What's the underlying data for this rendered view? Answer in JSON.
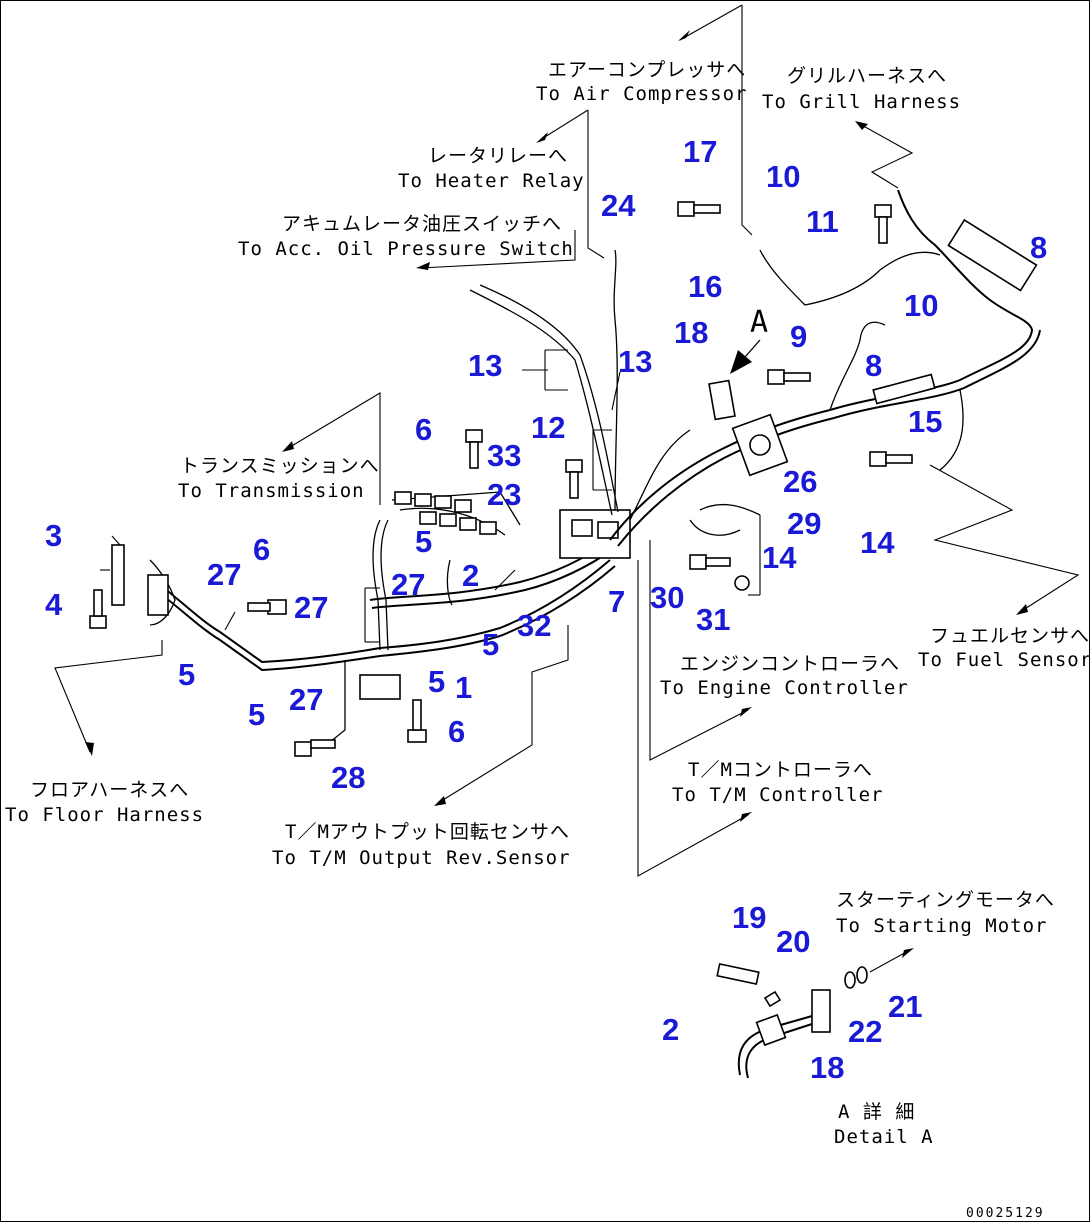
{
  "destinations": {
    "air_compressor": {
      "jp": "エアーコンプレッサへ",
      "en": "To Air Compressor"
    },
    "heater_relay": {
      "jp": "レータリレーへ",
      "en": "To Heater Relay"
    },
    "acc_oil_pressure": {
      "jp": "アキュムレータ油圧スイッチへ",
      "en": "To Acc. Oil Pressure Switch"
    },
    "grill_harness": {
      "jp": "グリルハーネスへ",
      "en": "To Grill Harness"
    },
    "transmission": {
      "jp": "トランスミッションへ",
      "en": "To Transmission"
    },
    "floor_harness": {
      "jp": "フロアハーネスへ",
      "en": "To Floor Harness"
    },
    "engine_controller": {
      "jp": "エンジンコントローラへ",
      "en": "To Engine Controller"
    },
    "tm_controller": {
      "jp": "T／Mコントローラへ",
      "en": "To T/M Controller"
    },
    "tm_output_sensor": {
      "jp": "T／Mアウトプット回転センサへ",
      "en": "To T/M Output Rev.Sensor"
    },
    "fuel_sensor": {
      "jp": "フュエルセンサへ",
      "en": "To Fuel Sensor"
    },
    "starting_motor": {
      "jp": "スターティングモータへ",
      "en": "To Starting Motor"
    }
  },
  "detail": {
    "view_letter": "A",
    "jp": "A 詳 細",
    "en": "Detail A"
  },
  "part_numbers": [
    "1",
    "2",
    "3",
    "4",
    "5",
    "6",
    "8",
    "9",
    "10",
    "11",
    "12",
    "13",
    "14",
    "15",
    "16",
    "17",
    "18",
    "19",
    "20",
    "21",
    "22",
    "23",
    "24",
    "26",
    "27",
    "28",
    "29",
    "30",
    "31",
    "32",
    "33",
    "7"
  ],
  "labels": {
    "n1": "1",
    "n2a": "2",
    "n2b": "2",
    "n3": "3",
    "n4": "4",
    "n5a": "5",
    "n5b": "5",
    "n5c": "5",
    "n5d": "5",
    "n5e": "5",
    "n6a": "6",
    "n6b": "6",
    "n6c": "6",
    "n7": "7",
    "n8a": "8",
    "n8b": "8",
    "n9": "9",
    "n10a": "10",
    "n10b": "10",
    "n11": "11",
    "n12": "12",
    "n13a": "13",
    "n13b": "13",
    "n14a": "14",
    "n14b": "14",
    "n15": "15",
    "n16": "16",
    "n17": "17",
    "n18a": "18",
    "n18b": "18",
    "n19": "19",
    "n20": "20",
    "n21": "21",
    "n22": "22",
    "n23": "23",
    "n24": "24",
    "n26": "26",
    "n27a": "27",
    "n27b": "27",
    "n27c": "27",
    "n27d": "27",
    "n28": "28",
    "n29": "29",
    "n30": "30",
    "n31": "31",
    "n32": "32",
    "n33": "33"
  },
  "drawing_code": "00025129",
  "colors": {
    "callout": "#1a1ad6",
    "line": "#000000",
    "background": "#ffffff"
  }
}
